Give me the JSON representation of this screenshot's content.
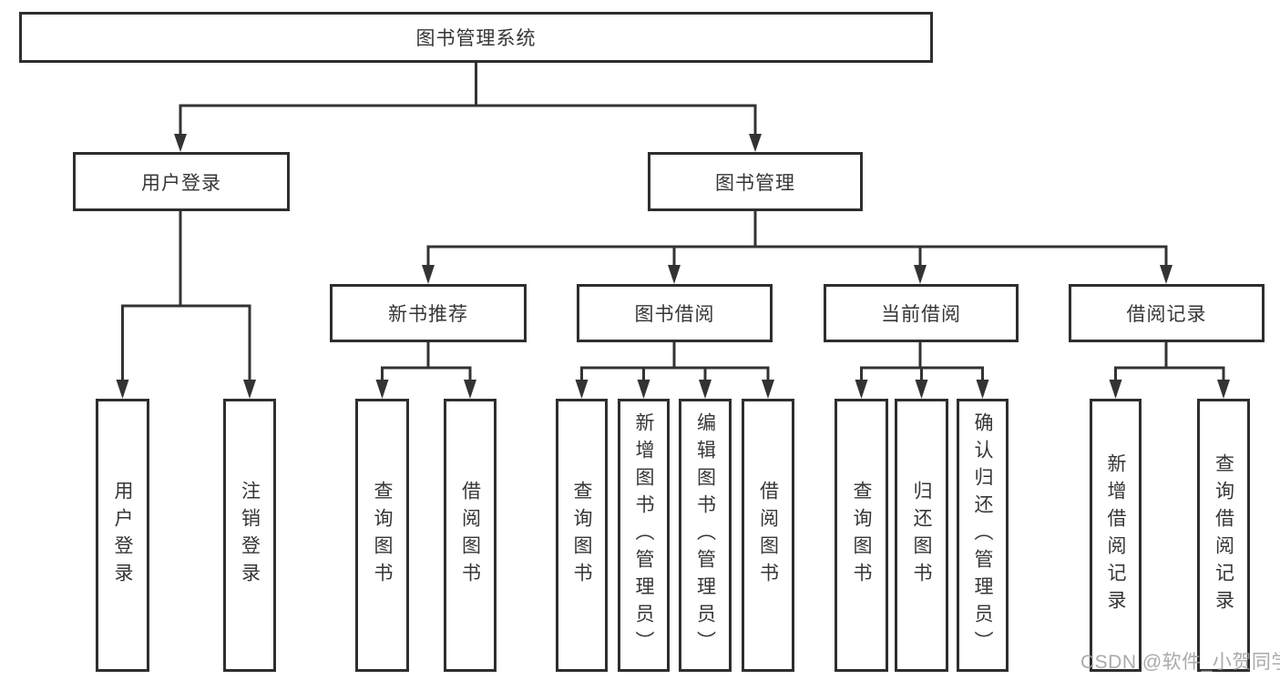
{
  "diagram": {
    "type": "hierarchy-tree",
    "nodes": {
      "root": "图书管理系统",
      "user_login": "用户登录",
      "book_management": "图书管理",
      "new_book_rec": "新书推荐",
      "book_borrow": "图书借阅",
      "current_borrow": "当前借阅",
      "borrow_records": "借阅记录",
      "leaf_user_login": "用户登录",
      "leaf_logout": "注销登录",
      "leaf_query_book_a": "查询图书",
      "leaf_borrow_book_a": "借阅图书",
      "leaf_query_book_b": "查询图书",
      "leaf_add_book_admin": "新增图书（管理员）",
      "leaf_edit_book_admin": "编辑图书（管理员）",
      "leaf_borrow_book_b": "借阅图书",
      "leaf_query_book_c": "查询图书",
      "leaf_return_book": "归还图书",
      "leaf_confirm_return_admin": "确认归还（管理员）",
      "leaf_add_borrow_record": "新增借阅记录",
      "leaf_query_borrow_record": "查询借阅记录"
    },
    "structure": {
      "图书管理系统": [
        "用户登录",
        "图书管理"
      ],
      "用户登录": [
        "用户登录",
        "注销登录"
      ],
      "图书管理": [
        "新书推荐",
        "图书借阅",
        "当前借阅",
        "借阅记录"
      ],
      "新书推荐": [
        "查询图书",
        "借阅图书"
      ],
      "图书借阅": [
        "查询图书",
        "新增图书（管理员）",
        "编辑图书（管理员）",
        "借阅图书"
      ],
      "当前借阅": [
        "查询图书",
        "归还图书",
        "确认归还（管理员）"
      ],
      "借阅记录": [
        "新增借阅记录",
        "查询借阅记录"
      ]
    },
    "colors": {
      "line": "#333333",
      "border": "#2e2e2e",
      "text": "#363636",
      "box_background": "#ffffff",
      "watermark": "#9e9e9e"
    }
  },
  "watermark": "CSDN @软件_小贺同学"
}
